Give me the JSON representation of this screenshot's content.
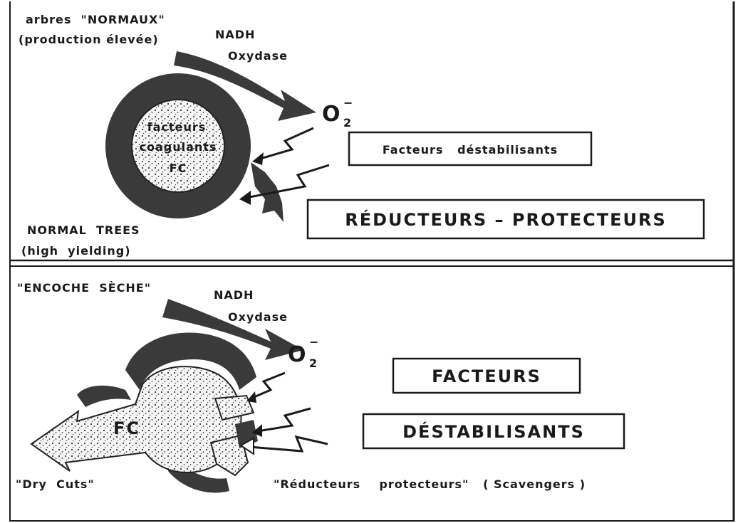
{
  "top_panel": {
    "label_fr_line1": "arbres  \"NORMAUX\"",
    "label_fr_line2": "(production élevée)",
    "enzyme_line1": "NADH",
    "enzyme_line2": "Oxydase",
    "superoxide": "O",
    "superoxide_sub": "2",
    "superoxide_sup": "−",
    "core_line1": "facteurs",
    "core_line2": "coagulants",
    "core_line3": "FC",
    "box_destab": "Facteurs   déstabilisants",
    "box_reducteurs": "RÉDUCTEURS – PROTECTEURS",
    "label_en_line1": "NORMAL  TREES",
    "label_en_line2": "(high  yielding)"
  },
  "bottom_panel": {
    "label_fr": "\"ENCOCHE  SÈCHE\"",
    "enzyme_line1": "NADH",
    "enzyme_line2": "Oxydase",
    "superoxide": "O",
    "superoxide_sub": "2",
    "superoxide_sup": "−",
    "core_label": "FC",
    "box_facteurs": "FACTEURS",
    "box_destab": "DÉSTABILISANTS",
    "label_en": "\"Dry  Cuts\"",
    "label_reducteurs": "\"Réducteurs    protecteurs\"   ( Scavengers )"
  }
}
